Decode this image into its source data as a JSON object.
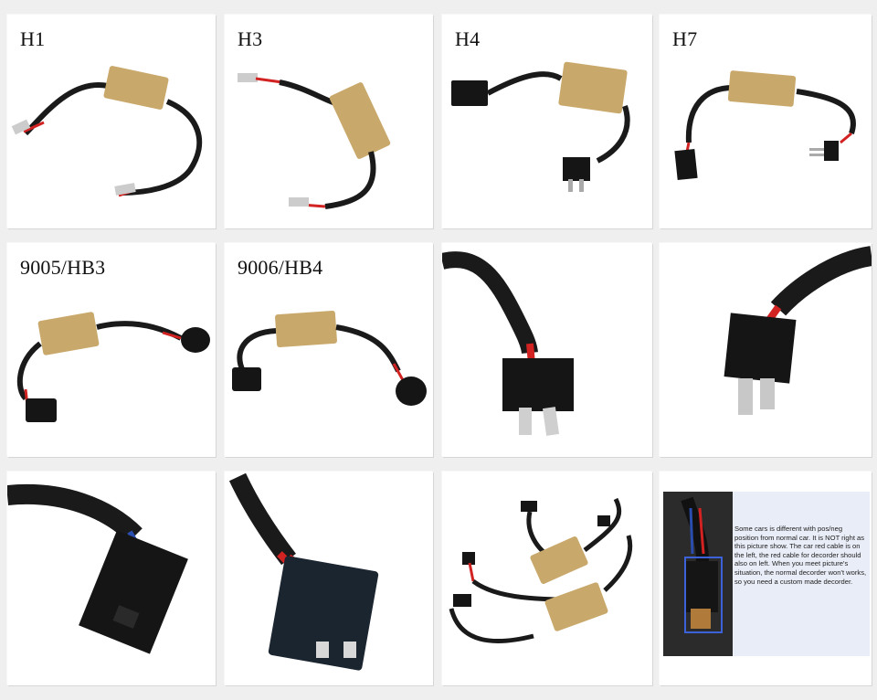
{
  "cells": [
    {
      "label": "H1"
    },
    {
      "label": "H3"
    },
    {
      "label": "H4"
    },
    {
      "label": "H7"
    },
    {
      "label": "9005/HB3"
    },
    {
      "label": "9006/HB4"
    },
    {
      "label": ""
    },
    {
      "label": ""
    },
    {
      "label": ""
    },
    {
      "label": ""
    },
    {
      "label": ""
    },
    {
      "label": ""
    }
  ],
  "note": "Some cars is different with pos/neg position from normal car.  It is NOT right as this picture show. The car red cable is on the left, the red cable for decorder should also on left.  When you meet picture's situation, the normal  decorder won't works, so you need a custom made decorder.",
  "colors": {
    "box": "#c9a96b",
    "wire": "#1a1a1a",
    "red": "#d22222",
    "connector": "#151515"
  }
}
